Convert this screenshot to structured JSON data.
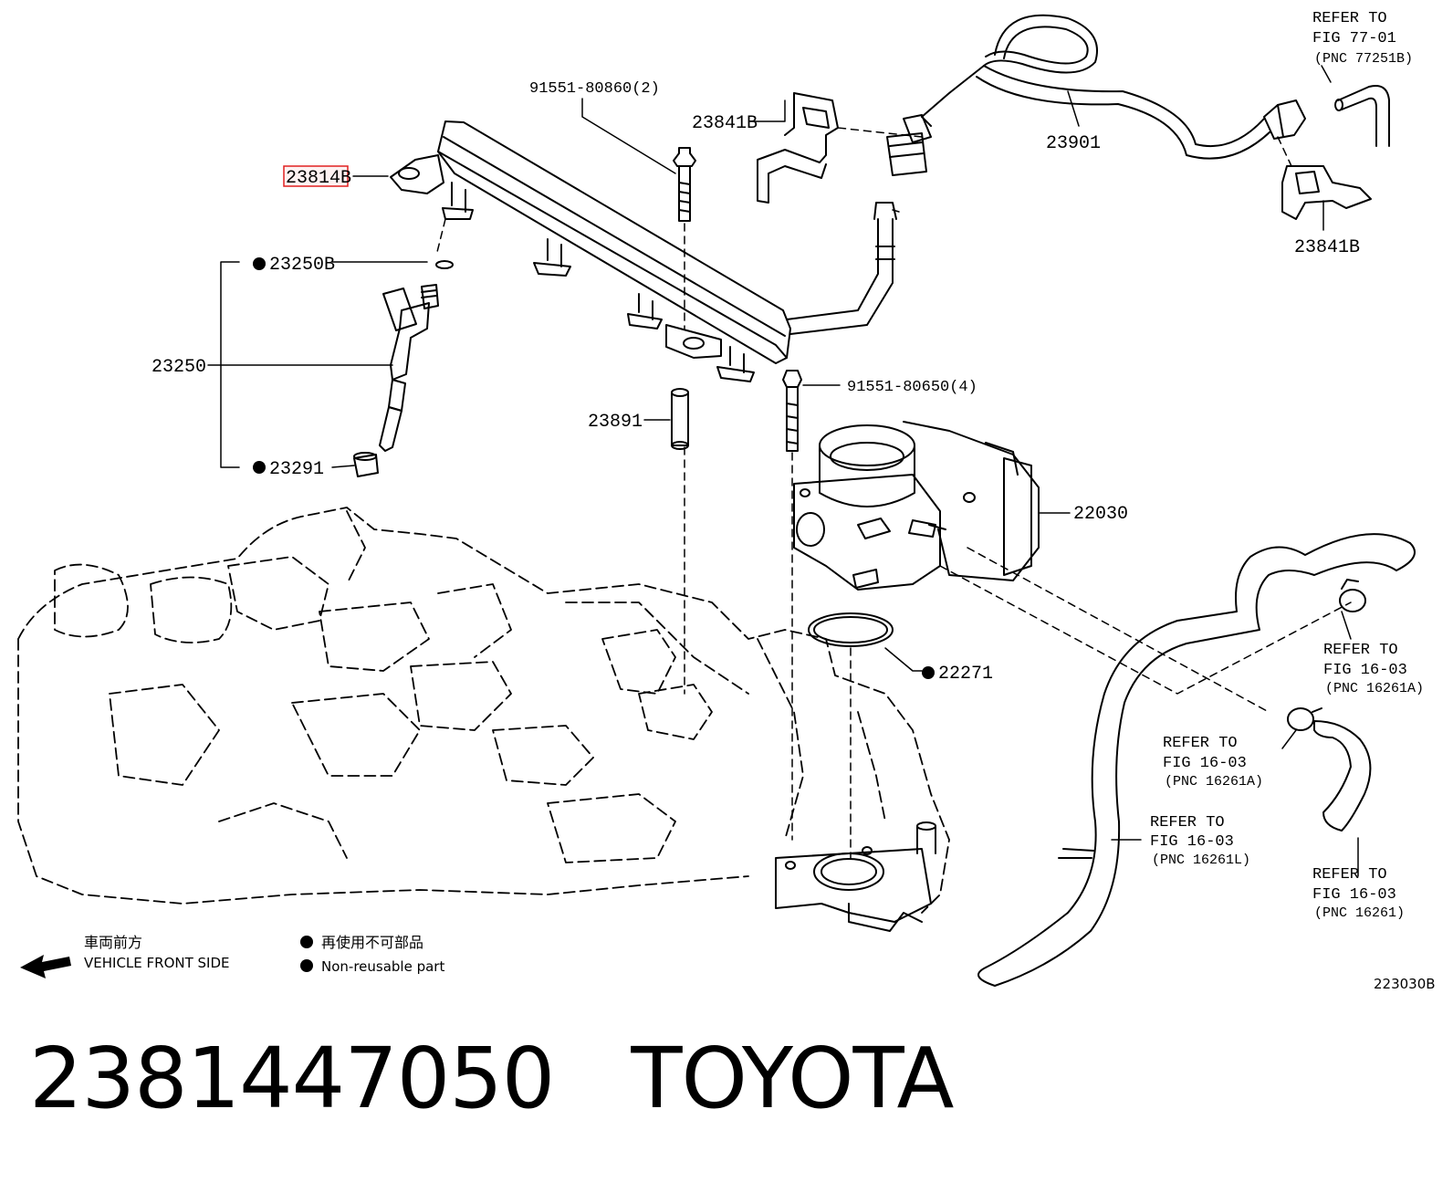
{
  "labels": {
    "part_23814B": "23814B",
    "part_91551_80860": "91551-80860(2)",
    "part_23841B_a": "23841B",
    "part_23841B_b": "23841B",
    "part_23901": "23901",
    "part_23250B": "23250B",
    "part_23250": "23250",
    "part_23291": "23291",
    "part_23891": "23891",
    "part_91551_80650": "91551-80650(4)",
    "part_22030": "22030",
    "part_22271": "22271"
  },
  "refs": {
    "ref_77_01": {
      "line1": "REFER TO",
      "line2": "FIG 77-01",
      "pnc": "(PNC 77251B)"
    },
    "ref_16_03_a": {
      "line1": "REFER TO",
      "line2": "FIG 16-03",
      "pnc": "(PNC 16261A)"
    },
    "ref_16_03_b": {
      "line1": "REFER TO",
      "line2": "FIG 16-03",
      "pnc": "(PNC 16261A)"
    },
    "ref_16_03_l": {
      "line1": "REFER TO",
      "line2": "FIG 16-03",
      "pnc": "(PNC 16261L)"
    },
    "ref_16_03_c": {
      "line1": "REFER TO",
      "line2": "FIG 16-03",
      "pnc": "(PNC 16261)"
    }
  },
  "legend": {
    "front_jp": "車両前方",
    "front_en": "VEHICLE FRONT SIDE",
    "nonreuse_jp": "再使用不可部品",
    "nonreuse_en": "Non-reusable part"
  },
  "figure_number": "223030B",
  "caption": {
    "part_number": "2381447050",
    "brand": "TOYOTA"
  },
  "colors": {
    "highlight": "#e02020",
    "ink": "#000000"
  }
}
